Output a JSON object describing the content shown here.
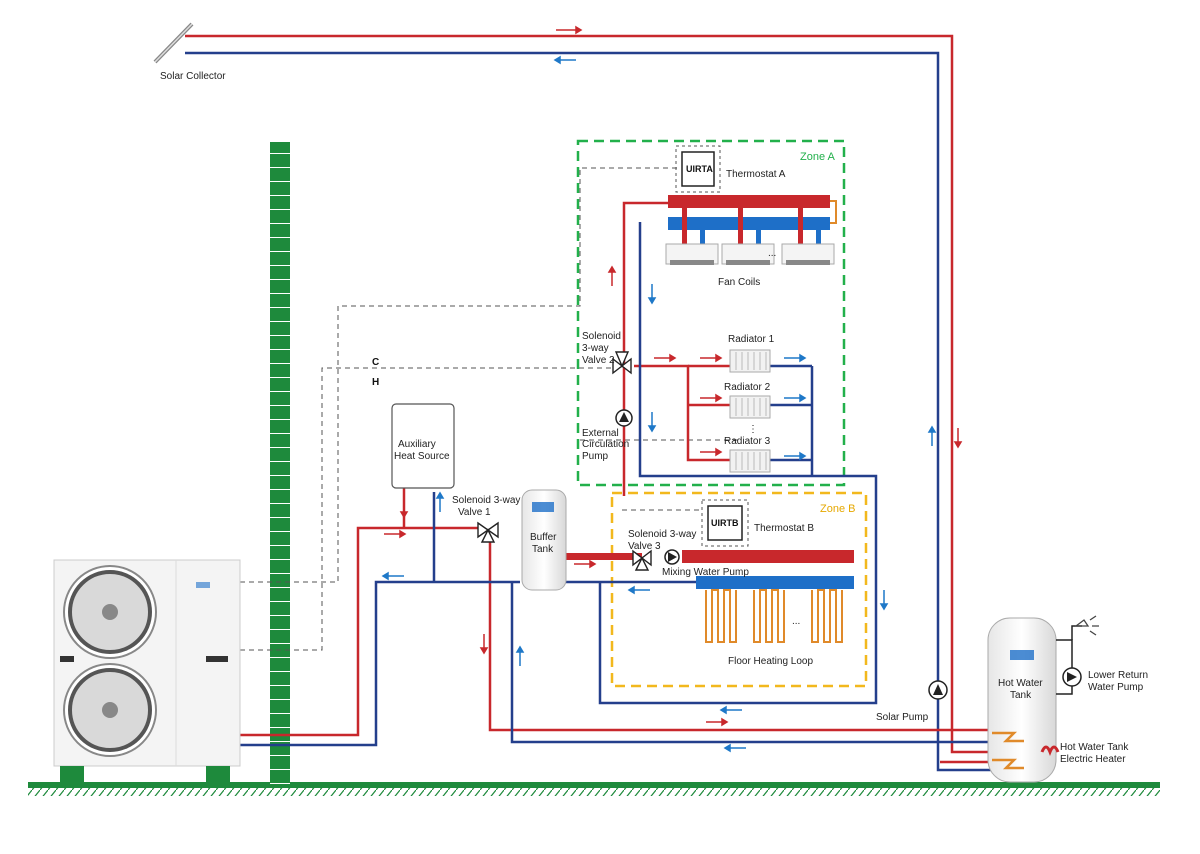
{
  "labels": {
    "solar_collector": "Solar Collector",
    "zone_a": "Zone A",
    "zone_b": "Zone B",
    "thermostat_a_code": "UIRTA",
    "thermostat_a": "Thermostat  A",
    "thermostat_b_code": "UIRTB",
    "thermostat_b": "Thermostat B",
    "fan_coils": "Fan Coils",
    "ellipsis": "...",
    "vdots": "⋮",
    "radiator_1": "Radiator 1",
    "radiator_2": "Radiator 2",
    "radiator_3": "Radiator 3",
    "solenoid_2_l1": "Solenoid",
    "solenoid_2_l2": "3-way",
    "solenoid_2_l3": "Valve 2",
    "ext_pump_l1": "External",
    "ext_pump_l2": "Circulation",
    "ext_pump_l3": "Pump",
    "c_line": "C",
    "h_line": "H",
    "aux_l1": "Auxiliary",
    "aux_l2": "Heat Source",
    "solenoid_1_l1": "Solenoid 3-way",
    "solenoid_1_l2": "Valve 1",
    "buffer_l1": "Buffer",
    "buffer_l2": "Tank",
    "solenoid_3_l1": "Solenoid 3-way",
    "solenoid_3_l2": "Valve 3",
    "mixing_pump": "Mixing Water Pump",
    "floor_loop": "Floor Heating Loop",
    "solar_pump": "Solar Pump",
    "hw_tank_l1": "Hot Water",
    "hw_tank_l2": "Tank",
    "lower_pump_l1": "Lower Return",
    "lower_pump_l2": "Water Pump",
    "hw_heater_l1": "Hot Water Tank",
    "hw_heater_l2": "Electric Heater"
  },
  "colors": {
    "hot": "#c8282c",
    "cold": "#243f8c",
    "blue_arrow": "#1e78c8",
    "zone_a": "#22b04b",
    "zone_b": "#f2b81d",
    "ground": "#1e8a3c",
    "wall": "#1e8a3c",
    "dashed": "#555555"
  }
}
